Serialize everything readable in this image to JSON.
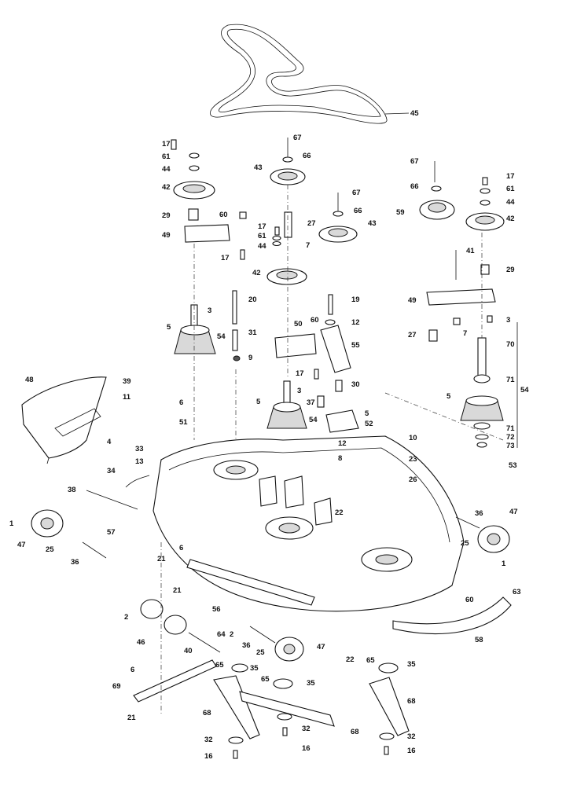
{
  "labels": {
    "l1a": "1",
    "l1b": "1",
    "l2a": "2",
    "l2b": "2",
    "l3a": "3",
    "l3b": "3",
    "l3c": "3",
    "l4": "4",
    "l5a": "5",
    "l5b": "5",
    "l5c": "5",
    "l5d": "5",
    "l6a": "6",
    "l6b": "6",
    "l6c": "6",
    "l7a": "7",
    "l7b": "7",
    "l8": "8",
    "l9": "9",
    "l10": "10",
    "l11": "11",
    "l12a": "12",
    "l12b": "12",
    "l13": "13",
    "l16a": "16",
    "l16b": "16",
    "l16c": "16",
    "l17a": "17",
    "l17b": "17",
    "l17c": "17",
    "l17d": "17",
    "l17e": "17",
    "l19": "19",
    "l20": "20",
    "l21a": "21",
    "l21b": "21",
    "l21c": "21",
    "l22a": "22",
    "l22b": "22",
    "l23": "23",
    "l25a": "25",
    "l25b": "25",
    "l25c": "25",
    "l26": "26",
    "l27a": "27",
    "l27b": "27",
    "l29a": "29",
    "l29b": "29",
    "l30": "30",
    "l31": "31",
    "l32a": "32",
    "l32b": "32",
    "l32c": "32",
    "l33": "33",
    "l34": "34",
    "l35a": "35",
    "l35b": "35",
    "l35c": "35",
    "l36a": "36",
    "l36b": "36",
    "l36c": "36",
    "l37": "37",
    "l38": "38",
    "l39": "39",
    "l40": "40",
    "l41": "41",
    "l42a": "42",
    "l42b": "42",
    "l42c": "42",
    "l43a": "43",
    "l43b": "43",
    "l44a": "44",
    "l44b": "44",
    "l44c": "44",
    "l45": "45",
    "l46": "46",
    "l47a": "47",
    "l47b": "47",
    "l47c": "47",
    "l48": "48",
    "l49a": "49",
    "l49b": "49",
    "l50": "50",
    "l51": "51",
    "l52": "52",
    "l53": "53",
    "l54a": "54",
    "l54b": "54",
    "l54c": "54",
    "l55": "55",
    "l56": "56",
    "l57": "57",
    "l58": "58",
    "l59": "59",
    "l60a": "60",
    "l60b": "60",
    "l60c": "60",
    "l61a": "61",
    "l61b": "61",
    "l61c": "61",
    "l63": "63",
    "l64": "64",
    "l65a": "65",
    "l65b": "65",
    "l65c": "65",
    "l66a": "66",
    "l66b": "66",
    "l66c": "66",
    "l67a": "67",
    "l67b": "67",
    "l67c": "67",
    "l68a": "68",
    "l68b": "68",
    "l68c": "68",
    "l69": "69",
    "l70": "70",
    "l71a": "71",
    "l71b": "71",
    "l72": "72",
    "l73": "73"
  }
}
